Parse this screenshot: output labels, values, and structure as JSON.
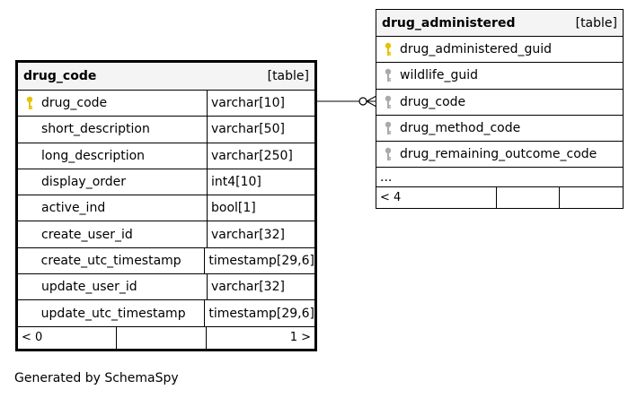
{
  "tables": {
    "drug_code": {
      "name": "drug_code",
      "kind": "[table]",
      "columns": [
        {
          "name": "drug_code",
          "type": "varchar[10]",
          "key": "primary"
        },
        {
          "name": "short_description",
          "type": "varchar[50]",
          "key": "none"
        },
        {
          "name": "long_description",
          "type": "varchar[250]",
          "key": "none"
        },
        {
          "name": "display_order",
          "type": "int4[10]",
          "key": "none"
        },
        {
          "name": "active_ind",
          "type": "bool[1]",
          "key": "none"
        },
        {
          "name": "create_user_id",
          "type": "varchar[32]",
          "key": "none"
        },
        {
          "name": "create_utc_timestamp",
          "type": "timestamp[29,6]",
          "key": "none"
        },
        {
          "name": "update_user_id",
          "type": "varchar[32]",
          "key": "none"
        },
        {
          "name": "update_utc_timestamp",
          "type": "timestamp[29,6]",
          "key": "none"
        }
      ],
      "footer_left": "< 0",
      "footer_right": "1 >"
    },
    "drug_administered": {
      "name": "drug_administered",
      "kind": "[table]",
      "columns": [
        {
          "name": "drug_administered_guid",
          "key": "primary"
        },
        {
          "name": "wildlife_guid",
          "key": "foreign"
        },
        {
          "name": "drug_code",
          "key": "foreign"
        },
        {
          "name": "drug_method_code",
          "key": "foreign"
        },
        {
          "name": "drug_remaining_outcome_code",
          "key": "foreign"
        }
      ],
      "more": "...",
      "footer_left": "< 4"
    }
  },
  "colors": {
    "primary_key": "#e6c300",
    "foreign_key": "#aaaaaa",
    "header_bg": "#f4f4f4",
    "line": "#000000"
  },
  "icons": {
    "primary": "key-icon",
    "foreign": "key-icon"
  },
  "caption": "Generated by SchemaSpy"
}
